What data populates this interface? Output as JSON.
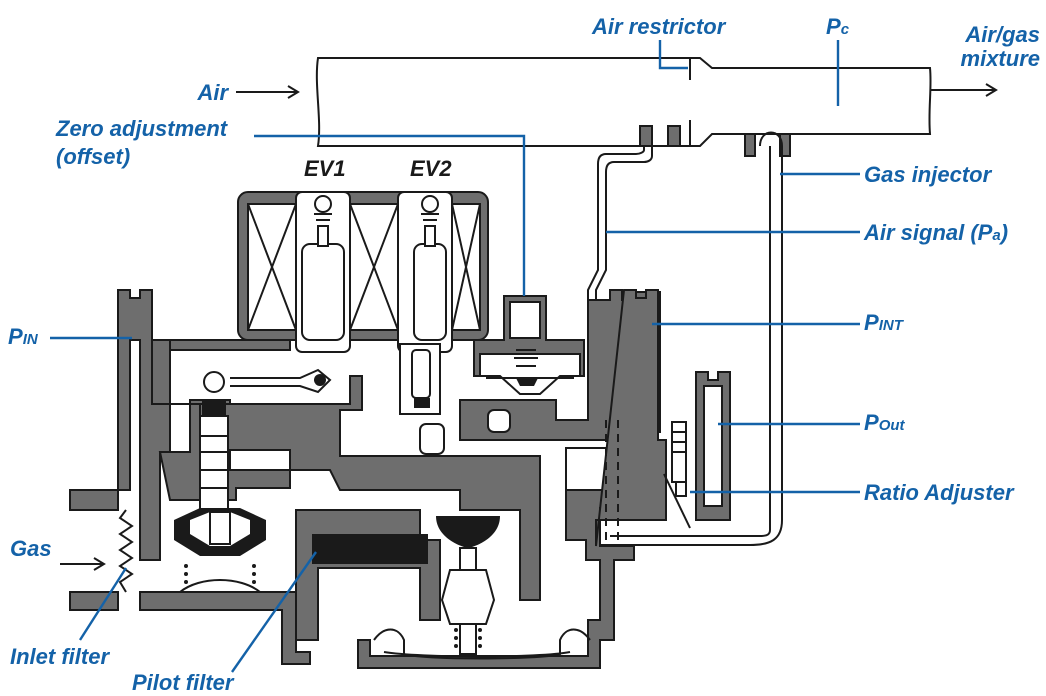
{
  "colors": {
    "label": "#1462a8",
    "body": "#6e6e6e",
    "outline": "#1a1a1a",
    "background": "#ffffff"
  },
  "labels": {
    "air": "Air",
    "air_restrictor": "Air restrictor",
    "pc_main": "P",
    "pc_sub": "c",
    "air_gas_line1": "Air/gas",
    "air_gas_line2": "mixture",
    "zero_adjustment_line1": "Zero adjustment",
    "zero_adjustment_line2": "(offset)",
    "gas_injector": "Gas injector",
    "ev1": "EV1",
    "ev2": "EV2",
    "air_signal_main": "Air signal (P",
    "air_signal_sub": "a",
    "air_signal_end": ")",
    "pin_main": "P",
    "pin_sub": "IN",
    "pint_main": "P",
    "pint_sub": "INT",
    "pout_main": "P",
    "pout_sub": "Out",
    "ratio_adjuster": "Ratio Adjuster",
    "gas": "Gas",
    "inlet_filter": "Inlet filter",
    "pilot_filter": "Pilot filter"
  }
}
